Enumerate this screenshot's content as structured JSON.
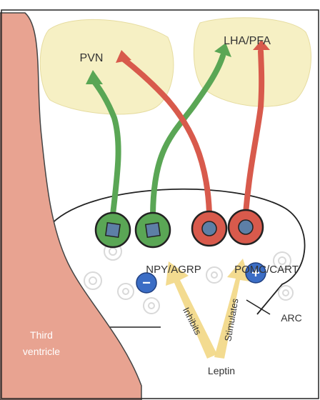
{
  "regions": {
    "pvn": "PVN",
    "lha_pfa": "LHA/PFA",
    "third_ventricle_line1": "Third",
    "third_ventricle_line2": "ventricle",
    "arc": "ARC"
  },
  "neurons": {
    "npy_agrp": "NPY/AGRP",
    "pomc_cart": "POMC/CART"
  },
  "signals": {
    "leptin": "Leptin",
    "inhibits": "Inhibits",
    "stimulates": "Stimulates",
    "inhibit_symbol": "−",
    "stimulate_symbol": "+"
  },
  "colors": {
    "ventricle": "#e8a391",
    "nucleus_fill": "#f6f0c4",
    "npy_neuron": "#5aa655",
    "pomc_neuron": "#d85a4c",
    "cell_nucleus": "#5d7fa6",
    "badge": "#3b6dc5",
    "leptin_arrow": "#f2d98a"
  }
}
